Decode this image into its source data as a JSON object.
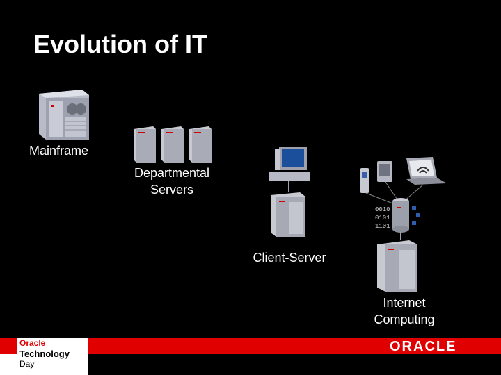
{
  "slide": {
    "title": "Evolution of IT",
    "stages": [
      {
        "label_lines": [
          "Mainframe"
        ],
        "icon": "mainframe-icon"
      },
      {
        "label_lines": [
          "Departmental",
          "Servers"
        ],
        "icon": "server-group-icon"
      },
      {
        "label_lines": [
          "Client-Server"
        ],
        "icon": "client-server-icon"
      },
      {
        "label_lines": [
          "Internet",
          "Computing"
        ],
        "icon": "internet-computing-icon"
      }
    ],
    "binary_lines": [
      "0010",
      "0101",
      "1101"
    ]
  },
  "footer": {
    "event_line1": "Oracle",
    "event_line2": "Technology",
    "event_line3": "Day",
    "logo_text": "ORACLE"
  },
  "colors": {
    "background": "#000000",
    "brand_red": "#e00000",
    "text": "#ffffff"
  }
}
